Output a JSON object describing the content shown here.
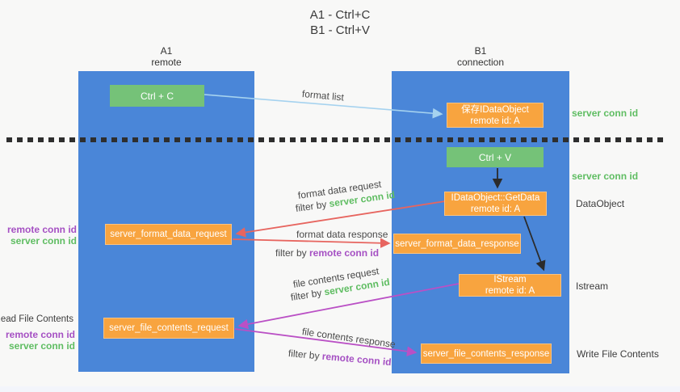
{
  "title": {
    "line1": "A1 - Ctrl+C",
    "line2": "B1 - Ctrl+V"
  },
  "lifelines": {
    "a1": {
      "name": "A1",
      "role": "remote"
    },
    "b1": {
      "name": "B1",
      "role": "connection"
    }
  },
  "nodes": {
    "ctrl_c": {
      "label": "Ctrl + C"
    },
    "save_dataobject": {
      "line1": "保存IDataObject",
      "line2": "remote id: A"
    },
    "ctrl_v": {
      "label": "Ctrl + V"
    },
    "getdata": {
      "line1": "IDataObject::GetData",
      "line2": "remote id: A"
    },
    "format_request": {
      "label": "server_format_data_request"
    },
    "format_response": {
      "label": "server_format_data_response"
    },
    "istream": {
      "line1": "IStream",
      "line2": "remote id: A"
    },
    "file_request": {
      "label": "server_file_contents_request"
    },
    "file_response": {
      "label": "server_file_contents_response"
    }
  },
  "annotations": {
    "server_conn_id_top": "server conn id",
    "server_conn_id_mid": "server conn id",
    "dataobject": "DataObject",
    "istream": "Istream",
    "write_file_contents": "Write File Contents",
    "read_file_contents": "Read File Contents",
    "request_remote_conn_id": "remote conn id",
    "request_server_conn_id": "server conn id",
    "file_remote_conn_id": "remote conn id",
    "file_server_conn_id": "server conn id"
  },
  "messages": {
    "format_list": "format list",
    "format_data_request": "format data request",
    "format_data_response": "format data response",
    "file_contents_request": "file contents request",
    "file_contents_response": "file contents response",
    "filter_by": "filter by ",
    "server_conn_id": "server conn id",
    "remote_conn_id": "remote conn id"
  },
  "colors": {
    "column_blue": "#4a86d8",
    "box_green": "#75c278",
    "box_orange": "#f8a43f",
    "arrow_light_blue": "#a5d2ef",
    "arrow_red": "#e7655f",
    "arrow_magenta": "#ba50c5",
    "arrow_black": "#2b2b2b",
    "text_green": "#5fbd62",
    "text_purple": "#a550c3"
  }
}
